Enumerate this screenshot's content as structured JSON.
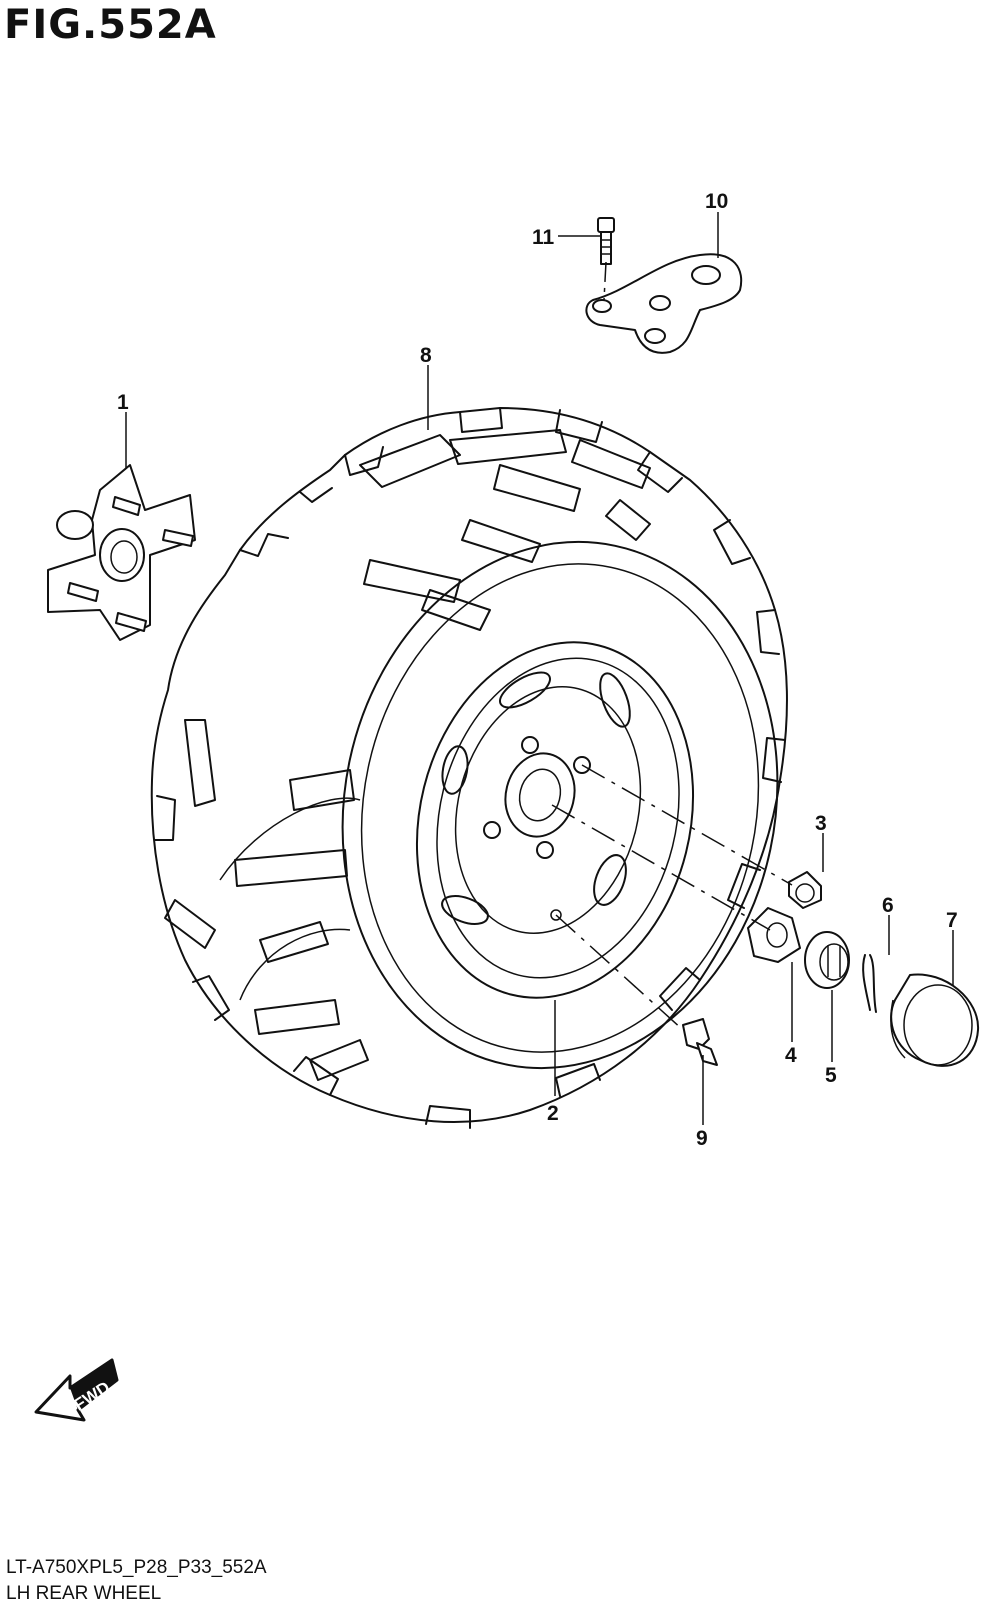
{
  "figure": {
    "title": "FIG.552A",
    "model_code": "LT-A750XPL5_P28_P33_552A",
    "assembly_name": "LH REAR WHEEL",
    "direction_label": "FWD"
  },
  "callouts": [
    {
      "id": "1",
      "part": "hub"
    },
    {
      "id": "2",
      "part": "wheel"
    },
    {
      "id": "3",
      "part": "nut"
    },
    {
      "id": "4",
      "part": "washer"
    },
    {
      "id": "5",
      "part": "castle-nut"
    },
    {
      "id": "6",
      "part": "cotter-pin"
    },
    {
      "id": "7",
      "part": "cap"
    },
    {
      "id": "8",
      "part": "tire"
    },
    {
      "id": "9",
      "part": "valve"
    },
    {
      "id": "10",
      "part": "bracket"
    },
    {
      "id": "11",
      "part": "bolt"
    }
  ],
  "icons": {
    "direction": "arrow-fwd-icon"
  }
}
